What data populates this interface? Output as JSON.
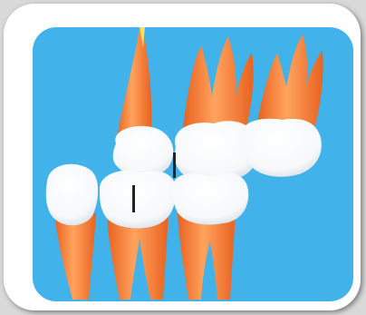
{
  "colors": {
    "background": "#41b2ea",
    "root": "#f07a34",
    "root_highlight": "#ffb07a",
    "crown": "#ffffff",
    "crown_shade": "#dfe7ee",
    "marker": "#222222",
    "frame": "#ffffff"
  },
  "teeth": [
    {
      "kind": "incisor-lower"
    },
    {
      "kind": "canine-upper"
    },
    {
      "kind": "premolar-lower"
    },
    {
      "kind": "molar-upper"
    },
    {
      "kind": "molar-lower"
    },
    {
      "kind": "molar-upper-back"
    }
  ],
  "markers": 2
}
